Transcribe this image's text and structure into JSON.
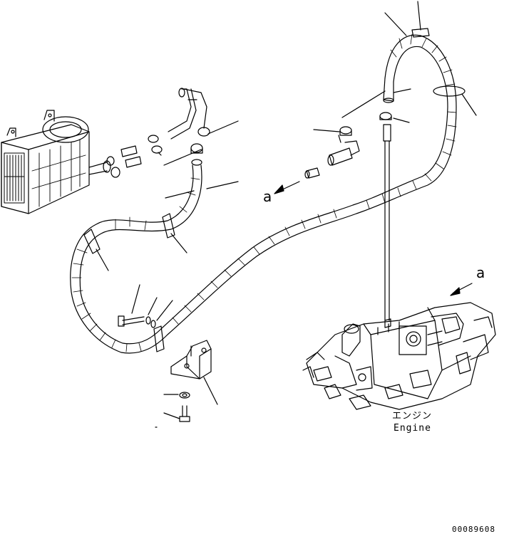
{
  "labels": {
    "ref_left": "a",
    "ref_right": "a",
    "engine_jp": "エンジン",
    "engine_en": "Engine",
    "drawing_number": "00089608"
  },
  "colors": {
    "line": "#000000",
    "background": "#ffffff"
  }
}
